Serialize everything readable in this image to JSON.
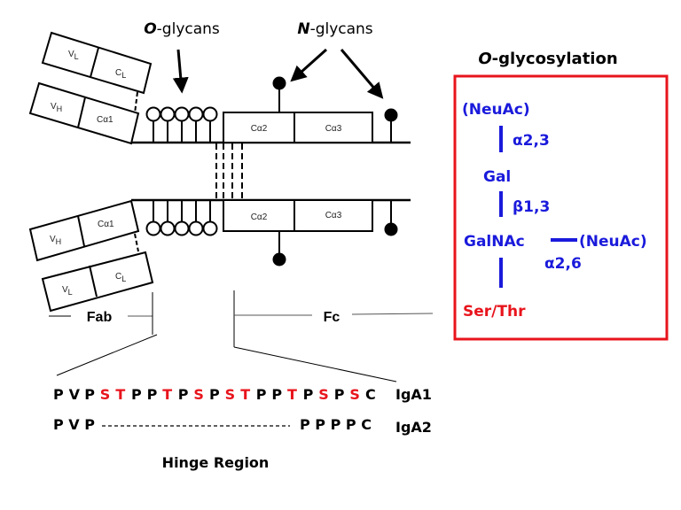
{
  "labels": {
    "o_glycans": {
      "italic": "O",
      "rest": "-glycans"
    },
    "n_glycans": {
      "italic": "N",
      "rest": "-glycans"
    },
    "o_glycosylation": {
      "italic": "O",
      "rest": "-glycosylation"
    },
    "fab": "Fab",
    "fc": "Fc",
    "hinge_region": "Hinge Region"
  },
  "domains": {
    "vl": {
      "base": "V",
      "sub": "L"
    },
    "cl": {
      "base": "C",
      "sub": "L"
    },
    "vh": {
      "base": "V",
      "sub": "H"
    },
    "ca1": "Cα1",
    "ca2": "Cα2",
    "ca3": "Cα3"
  },
  "glycan_structure": {
    "terminal": "(NeuAc)",
    "link1": "α2,3",
    "gal": "Gal",
    "link2": "β1,3",
    "galnac": "GalNAc",
    "branch": "(NeuAc)",
    "link3": "α2,6",
    "anchor": "Ser/Thr"
  },
  "sequences": {
    "iga1": {
      "name": "IgA1",
      "residues": [
        {
          "aa": "P",
          "glyco": false
        },
        {
          "aa": "V",
          "glyco": false
        },
        {
          "aa": "P",
          "glyco": false
        },
        {
          "aa": "S",
          "glyco": true
        },
        {
          "aa": "T",
          "glyco": true
        },
        {
          "aa": "P",
          "glyco": false
        },
        {
          "aa": "P",
          "glyco": false
        },
        {
          "aa": "T",
          "glyco": true
        },
        {
          "aa": "P",
          "glyco": false
        },
        {
          "aa": "S",
          "glyco": true
        },
        {
          "aa": "P",
          "glyco": false
        },
        {
          "aa": "S",
          "glyco": true
        },
        {
          "aa": "T",
          "glyco": true
        },
        {
          "aa": "P",
          "glyco": false
        },
        {
          "aa": "P",
          "glyco": false
        },
        {
          "aa": "T",
          "glyco": true
        },
        {
          "aa": "P",
          "glyco": false
        },
        {
          "aa": "S",
          "glyco": true
        },
        {
          "aa": "P",
          "glyco": false
        },
        {
          "aa": "S",
          "glyco": true
        },
        {
          "aa": "C",
          "glyco": false
        }
      ]
    },
    "iga2": {
      "name": "IgA2",
      "prefix": "P V P",
      "gap": "------------------------------",
      "suffix": "P P P P C"
    }
  },
  "colors": {
    "glyco_site": "#e8141c",
    "structure": "#1a1adc",
    "box": "#e8141c",
    "anchor": "#e8141c",
    "ink": "#000000"
  }
}
